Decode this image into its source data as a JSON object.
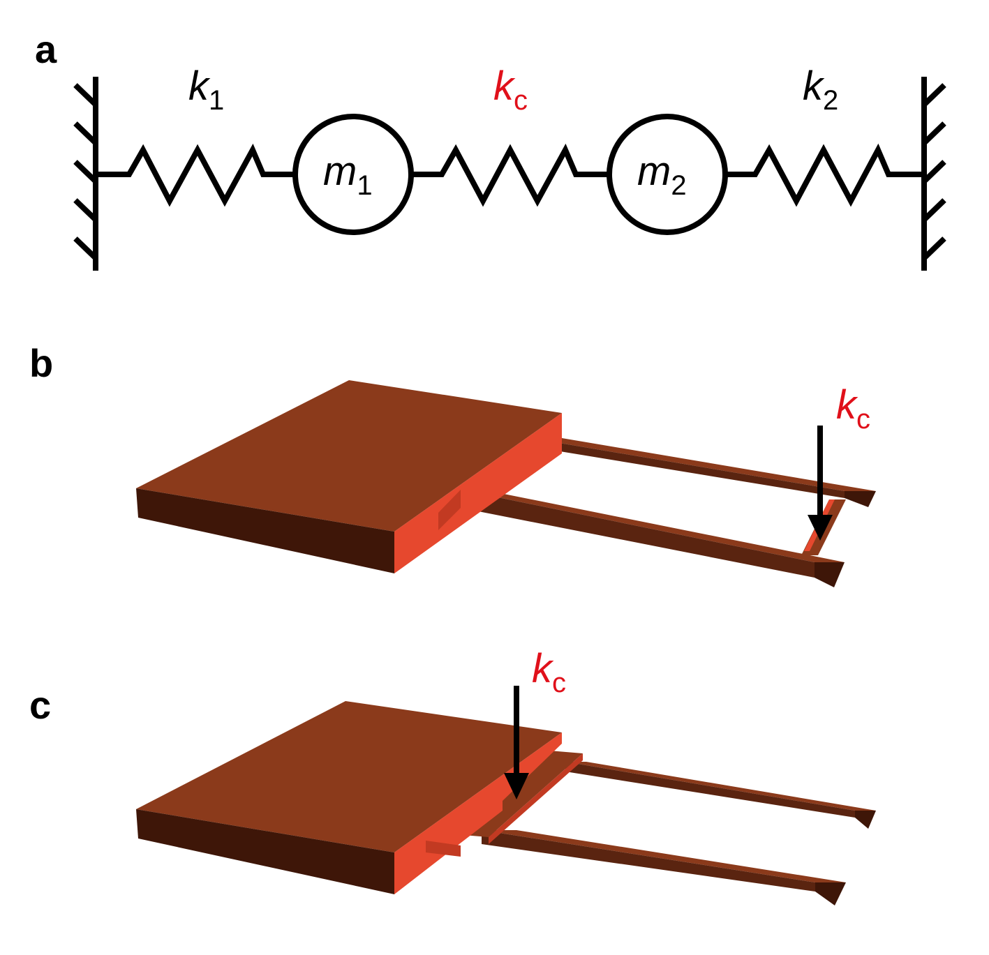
{
  "panels": {
    "a": {
      "letter": "a",
      "k1": {
        "sym": "k",
        "sub": "1"
      },
      "kc": {
        "sym": "k",
        "sub": "c"
      },
      "k2": {
        "sym": "k",
        "sub": "2"
      },
      "m1": {
        "sym": "m",
        "sub": "1"
      },
      "m2": {
        "sym": "m",
        "sub": "2"
      }
    },
    "b": {
      "letter": "b",
      "kc": {
        "sym": "k",
        "sub": "c"
      }
    },
    "c": {
      "letter": "c",
      "kc": {
        "sym": "k",
        "sub": "c"
      }
    }
  },
  "colors": {
    "line": "#000000",
    "highlight": "#e0101a",
    "copper_top": "#8b3a1b",
    "copper_front": "#3e1608",
    "copper_side": "#e6482e"
  }
}
